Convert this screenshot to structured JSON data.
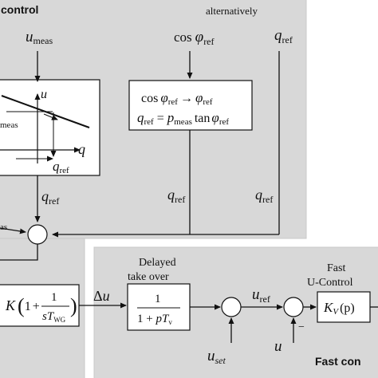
{
  "colors": {
    "panel_fill": "#d8d8d8",
    "panel_border": "#c8c8c8",
    "block_fill": "#ffffff",
    "line": "#111111"
  },
  "top_panel": {
    "title": "control",
    "alternatively_label": "alternatively",
    "u_meas": {
      "sym": "u",
      "sub": "meas"
    },
    "cos_phi_ref": {
      "cos": "cos",
      "phi": "φ",
      "sub": "ref"
    },
    "q_ref_top": {
      "sym": "q",
      "sub": "ref"
    },
    "droop_block": {
      "u_axis": "u",
      "q_axis": "q",
      "meas_fragment": "meas",
      "q_ref": {
        "sym": "q",
        "sub": "ref"
      }
    },
    "conversion_block": {
      "line1": {
        "cos": "cos",
        "phi1": "φ",
        "sub1": "ref",
        "arrow": "→",
        "phi2": "φ",
        "sub2": "ref"
      },
      "line2": {
        "q": "q",
        "q_sub": "ref",
        "eq": "=",
        "p": "p",
        "p_sub": "meas",
        "tan": "tan",
        "phi": "φ",
        "phi_sub": "ref"
      }
    },
    "q_ref_left": {
      "sym": "q",
      "sub": "ref"
    },
    "q_ref_mid": {
      "sym": "q",
      "sub": "ref"
    },
    "q_ref_right": {
      "sym": "q",
      "sub": "ref"
    },
    "left_input_fragment": "as"
  },
  "bottom_panel": {
    "pi_block": {
      "K": "K",
      "one": "1",
      "plus": "+",
      "num": "1",
      "den_s": "s",
      "den_T": "T",
      "den_sub": "WG"
    },
    "delta_u": {
      "delta": "Δ",
      "u": "u"
    },
    "delay_label_1": "Delayed",
    "delay_label_2": "take over",
    "delay_block": {
      "num": "1",
      "den": "1 + ",
      "p": "p",
      "T": "T",
      "sub": "v"
    },
    "u_ref": {
      "sym": "u",
      "sub": "ref"
    },
    "u_set": {
      "sym": "u",
      "sub": "set"
    },
    "u_feedback": "u",
    "minus_sign": "−",
    "fast_label_1": "Fast",
    "fast_label_2": "U-Control",
    "kv_block": {
      "K": "K",
      "sub": "V",
      "arg": "(p)"
    },
    "fast_title": "Fast con"
  }
}
